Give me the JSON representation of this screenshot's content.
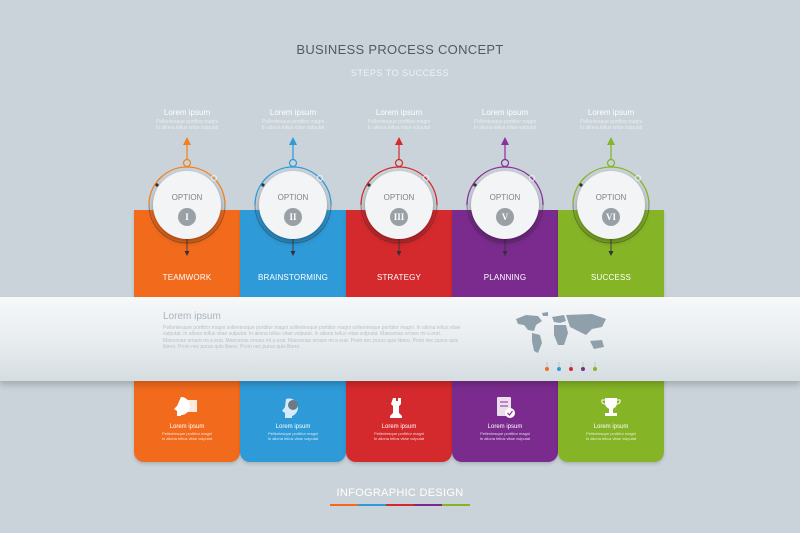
{
  "header": {
    "title": "BUSINESS PROCESS CONCEPT",
    "subtitle": "STEPS TO SUCCESS"
  },
  "steps": [
    {
      "top_title": "Lorem ipsum",
      "top_desc": "Pellentesque porttitor magni\nIn aliona tellus vitae vulputat",
      "option": "OPTION",
      "numeral": "I",
      "label": "TEAMWORK",
      "color": "#f26b1d",
      "accent": "#f0821e",
      "icon": "head-profile-icon",
      "bot_title": "Lorem ipsum",
      "bot_desc": "Pellentesque porttitor magni\nIn aliona tellus vitae vulputat"
    },
    {
      "top_title": "Lorem ipsum",
      "top_desc": "Pellentesque porttitor magni\nIn aliona tellus vitae vulputat",
      "option": "OPTION",
      "numeral": "II",
      "label": "BRAINSTORMING",
      "color": "#2f9ad8",
      "accent": "#2f9ad8",
      "icon": "brain-head-icon",
      "bot_title": "Lorem ipsum",
      "bot_desc": "Pellentesque porttitor magni\nIn aliona tellus vitae vulputat"
    },
    {
      "top_title": "Lorem ipsum",
      "top_desc": "Pellentesque porttitor magni\nIn aliona tellus vitae vulputat",
      "option": "OPTION",
      "numeral": "III",
      "label": "STRATEGY",
      "color": "#d52a2d",
      "accent": "#d52a2d",
      "icon": "chess-rook-icon",
      "bot_title": "Lorem ipsum",
      "bot_desc": "Pellentesque porttitor magni\nIn aliona tellus vitae vulputat"
    },
    {
      "top_title": "Lorem ipsum",
      "top_desc": "Pellentesque porttitor magni\nIn aliona tellus vitae vulputat",
      "option": "OPTION",
      "numeral": "V",
      "label": "PLANNING",
      "color": "#7b2b8e",
      "accent": "#8a2f9c",
      "icon": "clipboard-check-icon",
      "bot_title": "Lorem ipsum",
      "bot_desc": "Pellentesque porttitor magni\nIn aliona tellus vitae vulputat"
    },
    {
      "top_title": "Lorem ipsum",
      "top_desc": "Pellentesque porttitor magni\nIn aliona tellus vitae vulputat",
      "option": "OPTION",
      "numeral": "VI",
      "label": "SUCCESS",
      "color": "#86b427",
      "accent": "#86b427",
      "icon": "trophy-icon",
      "bot_title": "Lorem ipsum",
      "bot_desc": "Pellentesque porttitor magni\nIn aliona tellus vitae vulputat"
    }
  ],
  "band": {
    "title": "Lorem ipsum",
    "text": "Pellentesque porttitor magni sollentesque porttitor magni sollentesque porttitor magni sollentesque porttitor magni. In aliona tellus vitae vulputat. In aliona tellus vitae vulputat. In aliona tellus vitae vulputat. In aliona tellus vitae vulputat. Maecenas ornare mi a erat. Maecenas ornare mi a erat. Maecenas ornare mi a erat. Maecenas ornare mi a erat. Proin nec purus quis libero. Proin nec purus quis libero. Proin nec purus quis libero. Proin nec purus quis libero."
  },
  "footer": {
    "title": "INFOGRAPHIC DESIGN"
  }
}
